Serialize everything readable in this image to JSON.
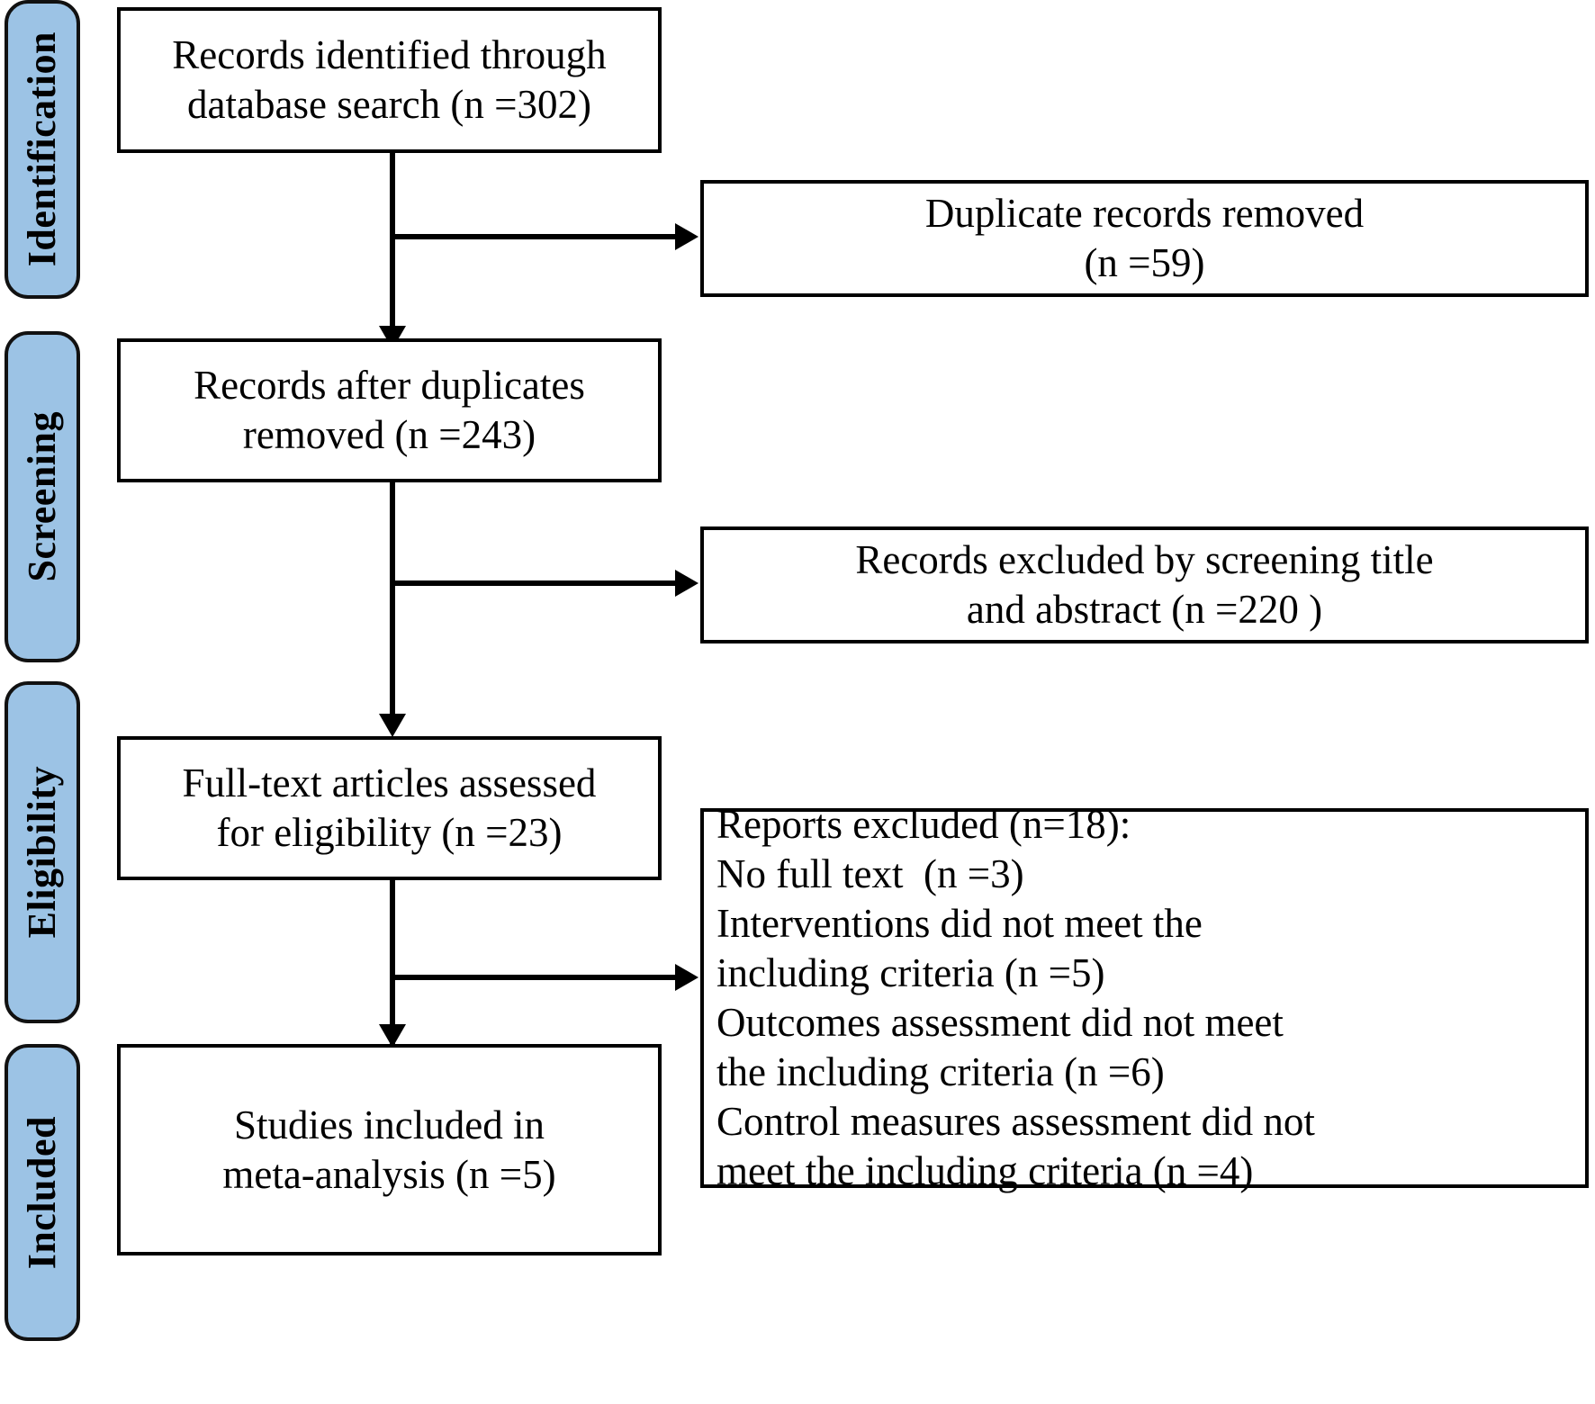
{
  "diagram": {
    "title": "PRISMA flow diagram",
    "type": "prisma-flowchart",
    "colors": {
      "stage_pill_fill": "#9CC3E5",
      "stage_pill_border": "#111111",
      "box_border": "#000000",
      "box_fill": "#FFFFFF",
      "text": "#000000",
      "connector": "#000000"
    }
  },
  "stages": [
    {
      "id": "identification",
      "label": "Identification"
    },
    {
      "id": "screening",
      "label": "Screening"
    },
    {
      "id": "eligibility",
      "label": "Eligibility"
    },
    {
      "id": "included",
      "label": "Included"
    }
  ],
  "boxes": {
    "records_identified": {
      "id": "records-identified",
      "stage": "identification",
      "lines": [
        "Records identified through",
        "database search (n =302)"
      ],
      "n": 302
    },
    "duplicates_removed": {
      "id": "duplicate-records-removed",
      "stage": "identification",
      "lines": [
        "Duplicate records removed",
        "(n =59)"
      ],
      "n": 59
    },
    "records_after_duplicates": {
      "id": "records-after-duplicates-removed",
      "stage": "screening",
      "lines": [
        "Records after duplicates",
        "removed (n =243)"
      ],
      "n": 243
    },
    "records_excluded": {
      "id": "records-excluded-screening",
      "stage": "screening",
      "lines": [
        "Records excluded by screening title",
        "and abstract (n =220 )"
      ],
      "n": 220
    },
    "fulltext_assessed": {
      "id": "full-text-articles-assessed",
      "stage": "eligibility",
      "lines": [
        "Full-text articles assessed",
        "for eligibility (n =23)"
      ],
      "n": 23
    },
    "reports_excluded": {
      "id": "reports-excluded",
      "stage": "eligibility",
      "lines": [
        "Reports excluded (n=18):",
        "No full text  (n =3)",
        "Interventions did not meet the",
        "including criteria (n =5)",
        "Outcomes assessment did not meet",
        "the including criteria (n =6)",
        "Control measures assessment did not",
        "meet the including criteria (n =4)"
      ],
      "n": 18,
      "reasons": [
        {
          "reason": "No full text",
          "n": 3
        },
        {
          "reason": "Interventions did not meet the including criteria",
          "n": 5
        },
        {
          "reason": "Outcomes assessment did not meet the including criteria",
          "n": 6
        },
        {
          "reason": "Control measures assessment did not meet the including criteria",
          "n": 4
        }
      ]
    },
    "studies_included": {
      "id": "studies-included-meta-analysis",
      "stage": "included",
      "lines": [
        "Studies included in",
        "meta-analysis (n =5)"
      ],
      "n": 5
    }
  }
}
